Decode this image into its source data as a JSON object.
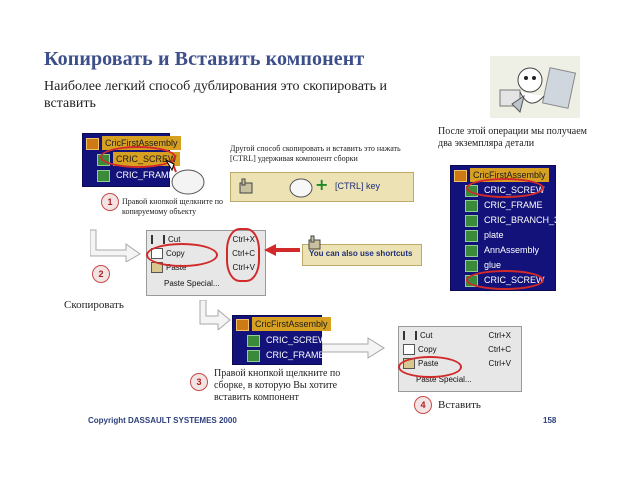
{
  "title": "Копировать и Вставить компонент",
  "subtitle": "Наиболее легкий способ дублирования это скопировать и вставить",
  "tree1": {
    "root": "CricFirstAssembly",
    "items": [
      "CRIC_SCREW",
      "CRIC_FRAME"
    ]
  },
  "tree_right": {
    "root": "CricFirstAssembly",
    "items": [
      "CRIC_SCREW",
      "CRIC_FRAME",
      "CRIC_BRANCH_3",
      "plate",
      "AnnAssembly",
      "glue",
      "CRIC_SCREW"
    ]
  },
  "tree3": {
    "root": "CricFirstAssembly",
    "items": [
      "CRIC_SCREW",
      "CRIC_FRAME"
    ]
  },
  "alt_method": {
    "text": "Другой способ скопировать и вставить это нажать [CTRL] удерживая компонент сборки",
    "key_label": "[CTRL] key"
  },
  "step1": {
    "number": "1",
    "caption": "Правой кнопкой щелкните по копируемому объекту"
  },
  "step2": {
    "number": "2",
    "caption": "Скопировать"
  },
  "step3": {
    "number": "3",
    "caption": "Правой кнопкой щелкните по сборке, в которую Вы хотите вставить компонент"
  },
  "step4": {
    "number": "4",
    "caption": "Вставить"
  },
  "menu": {
    "cut": "Cut",
    "copy": "Copy",
    "paste": "Paste",
    "paste_special": "Paste Special...",
    "cut_sc": "Ctrl+X",
    "copy_sc": "Ctrl+C",
    "paste_sc": "Ctrl+V"
  },
  "shortcut_tip": "You can also use shortcuts",
  "result_caption": "После этой операции мы получаем два экземпляра детали",
  "footer": {
    "copyright": "Copyright DASSAULT SYSTEMES 2000",
    "page": "158"
  },
  "colors": {
    "title": "#3d4f8a",
    "tree_bg": "#12127a",
    "highlight": "#d8a020",
    "oval": "#d22a2a",
    "footer": "#2b3f7a"
  }
}
